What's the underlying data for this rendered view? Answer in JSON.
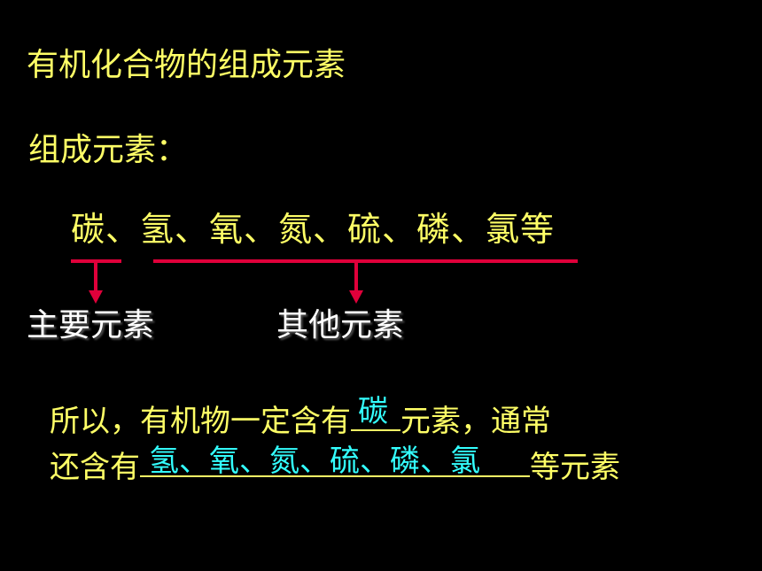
{
  "title": "有机化合物的组成元素",
  "subtitle": "组成元素：",
  "elements_line": "碳、氢、氧、氮、硫、磷、氯等",
  "groups": {
    "main": "主要元素",
    "other": "其他元素"
  },
  "conclusion": {
    "part1": "所以，有机物一定含有",
    "answer1": "碳",
    "part2": "元素，通常",
    "part3": "还含有",
    "answer2": "氢、氧、氮、硫、磷、氯",
    "part4": "等元素"
  },
  "colors": {
    "background": "#000000",
    "text": "#ffff66",
    "answer": "#33ffff",
    "bracket": "#e0003a",
    "label": "#ffffff"
  }
}
